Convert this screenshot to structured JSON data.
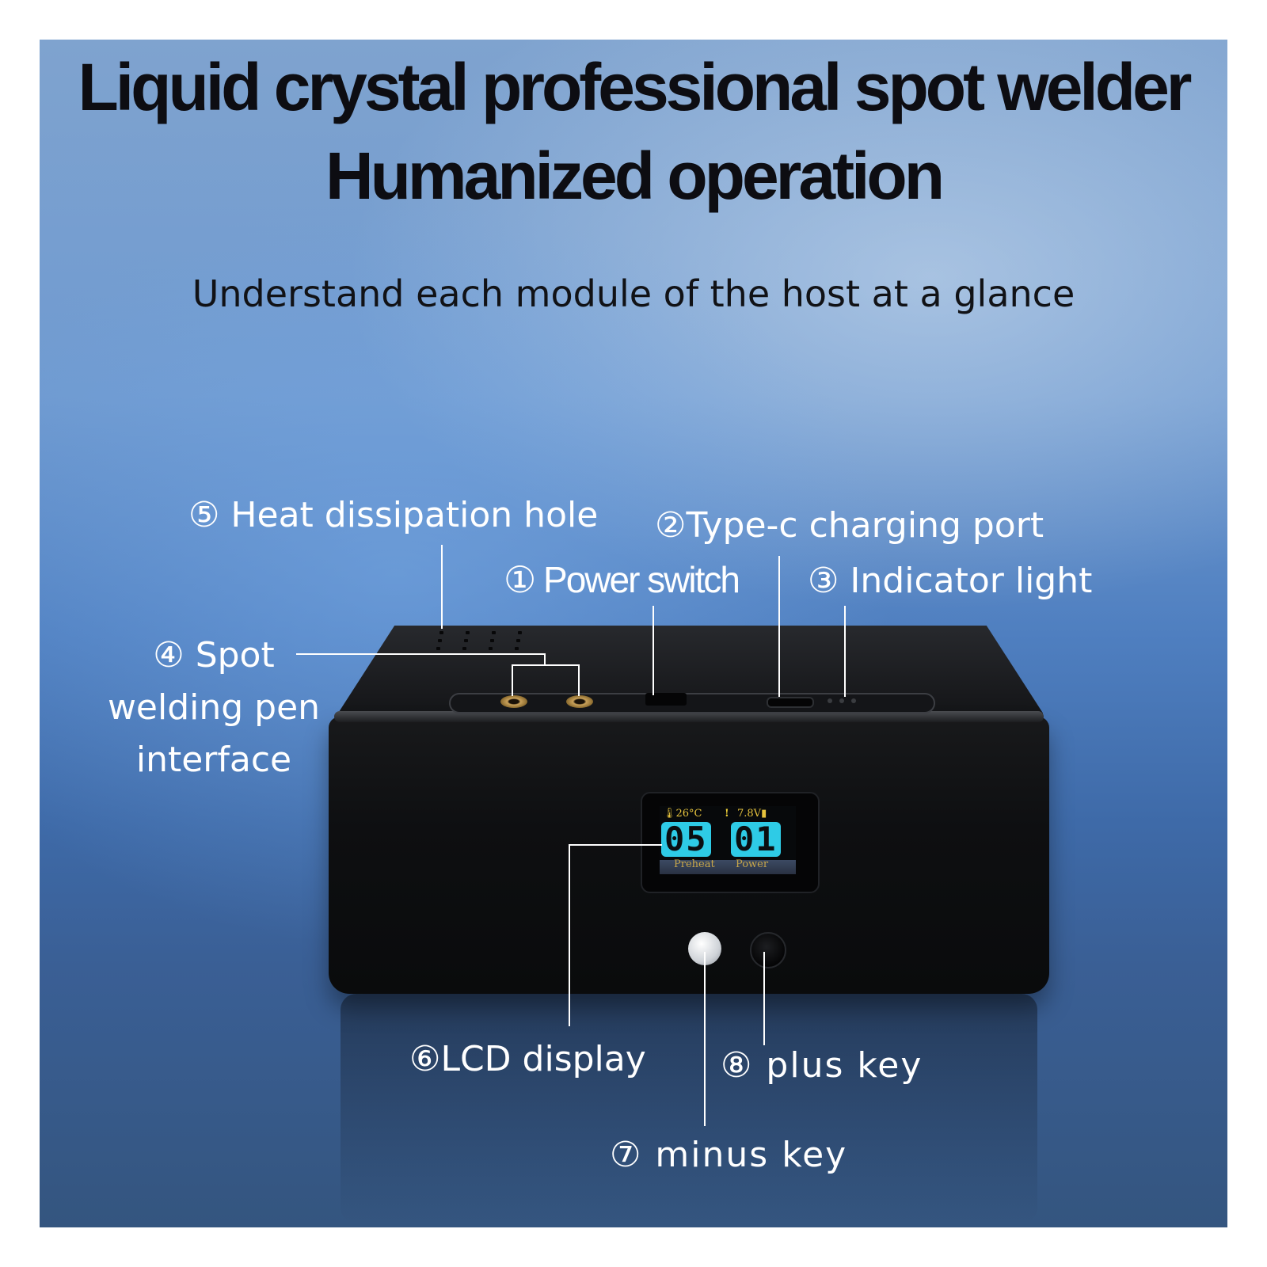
{
  "heading": {
    "line1": "Liquid crystal professional spot welder",
    "line2": "Humanized operation",
    "subtitle": "Understand each module of the host at a glance"
  },
  "labels": {
    "heat_dissipation": "⑤ Heat dissipation hole",
    "type_c": "②Type-c charging port",
    "power_switch": "① Power switch",
    "indicator": "③ Indicator light",
    "spot_pen": "④ Spot welding pen interface",
    "lcd": "⑥LCD display",
    "plus_key": "⑧ plus key",
    "minus_key": "⑦ minus key"
  },
  "lcd": {
    "temp": "🌡26°C",
    "warn": "!",
    "voltage": "7.8V▮",
    "preheat_value": "05",
    "power_value": "01",
    "preheat_label": "Preheat",
    "power_label": "Power"
  },
  "colors": {
    "background_top": "#7fa3cf",
    "background_bottom": "#34557f",
    "title_text": "#0d0d12",
    "label_text": "#ffffff",
    "lcd_accent": "#2ecbe6"
  }
}
